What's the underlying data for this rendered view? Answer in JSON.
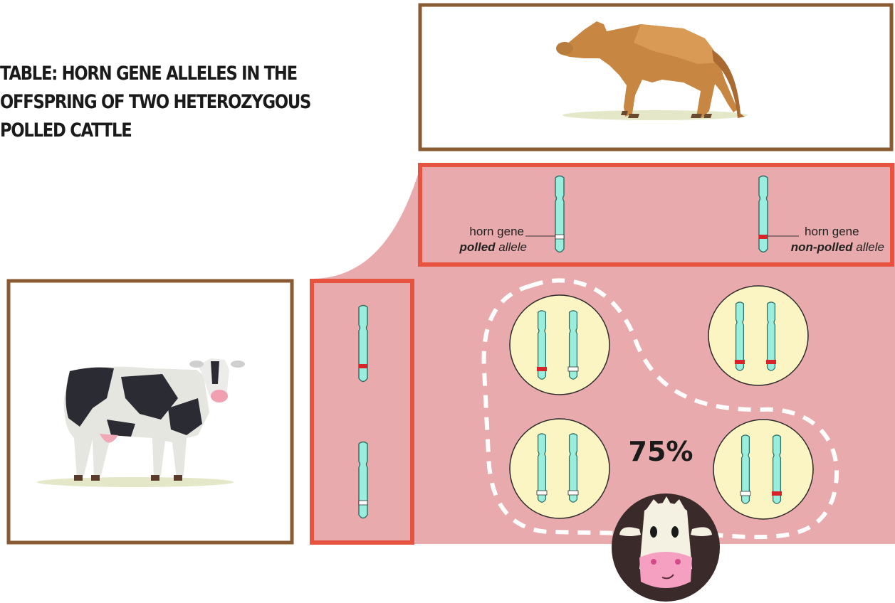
{
  "title_lines": [
    "TABLE: HORN GENE ALLELES IN THE",
    "OFFSPRING OF TWO HETEROZYGOUS",
    "POLLED CATTLE"
  ],
  "legend": {
    "left": {
      "line1": "horn gene",
      "bold": "polled",
      "rest": "allele"
    },
    "right": {
      "line1": "horn gene",
      "bold": "non-polled",
      "rest": "allele"
    }
  },
  "percentage": "75%",
  "colors": {
    "frame_brown": "#8a5a32",
    "panel_pink": "#e8aaac",
    "frame_red": "#e6533f",
    "circle_yellow": "#fbf4c3",
    "chromosome": "#99eedd",
    "polled_band": "#ffffff",
    "nonpolled_band": "#d9232b"
  },
  "icons": {
    "top_animal": "brown-bull-icon",
    "left_animal": "holstein-cow-icon",
    "face": "cow-face-icon"
  }
}
